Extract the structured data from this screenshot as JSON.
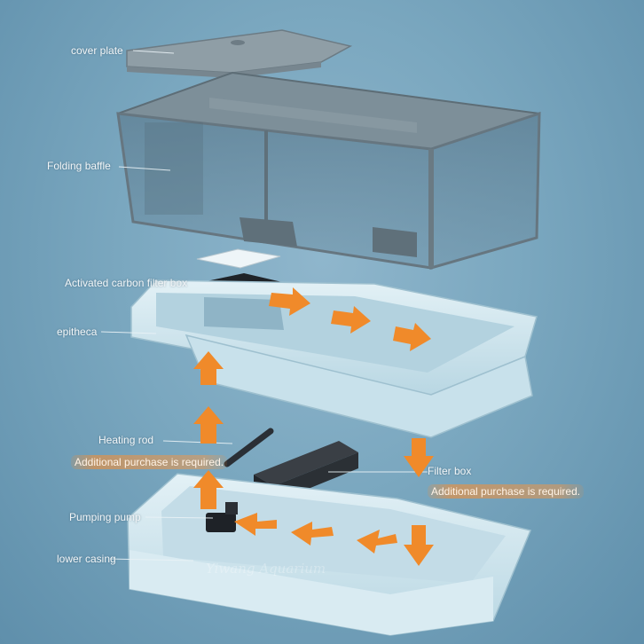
{
  "labels": {
    "cover_plate": "cover plate",
    "folding_baffle": "Folding baffle",
    "carbon_filter_box": "Activated carbon filter box",
    "epitheca": "epitheca",
    "heating_rod": "Heating rod",
    "heating_note": "Additional purchase is required.",
    "filter_box": "Filter box",
    "filter_note": "Additional purchase is required.",
    "pumping_pump": "Pumping pump",
    "lower_casing": "lower casing"
  },
  "watermark": "Yiwang Aquarium",
  "colors": {
    "arrow": "#f08a2a",
    "tank_frame": "#6f7f88",
    "upper_tray": "#cfe6ef",
    "lower_tray": "#d6eaf2"
  }
}
